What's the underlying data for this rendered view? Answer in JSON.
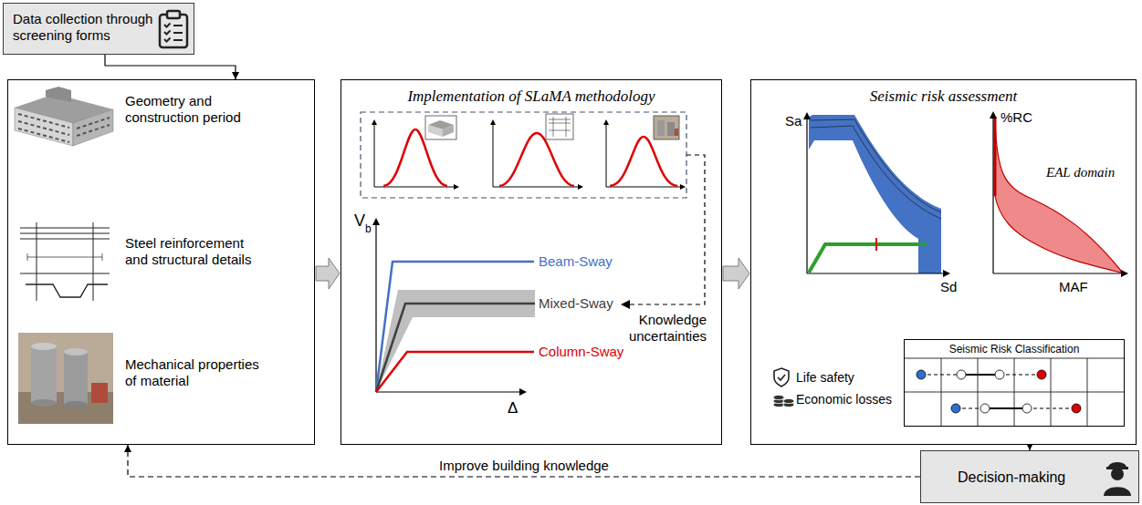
{
  "diagram": {
    "nodes": [
      {
        "text": [
          "Data collection through screening forms"
        ]
      },
      {
        "text": [
          "Geometry and construction period",
          "Steel reinforcement and structural details",
          "Mechanical properties of material"
        ]
      },
      {
        "text": [
          "Implementation of SLaMA methodology"
        ]
      },
      {
        "text": [
          "Seismic risk assessment"
        ]
      },
      {
        "text": [
          "Seismic Risk Classification"
        ],
        "in": 3
      },
      {
        "text": [
          "Decision-making"
        ]
      }
    ],
    "edges": [
      {
        "from": 0,
        "to": 1,
        "arrow": "to"
      },
      {
        "from": 1,
        "to": 2,
        "arrow": "to"
      },
      {
        "from": 2,
        "to": 3,
        "arrow": "to"
      },
      {
        "from": 3,
        "to": 5,
        "arrow": "to"
      },
      {
        "from": 5,
        "to": 1,
        "arrow": "to",
        "label": "Improve building knowledge"
      }
    ],
    "labels": [
      "V",
      "b",
      "Δ",
      "Beam-Sway",
      "Mixed-Sway",
      "Column-Sway",
      "Knowledge uncertainties",
      "Sa",
      "Sd",
      "%RC",
      "MAF",
      "EAL domain",
      "Life safety",
      "Economic losses"
    ]
  }
}
